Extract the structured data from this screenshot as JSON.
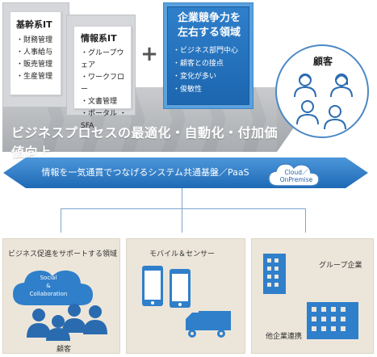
{
  "top": {
    "core_it": {
      "title": "基幹系IT",
      "items": [
        "・財務管理",
        "・人事給与",
        "・販売管理",
        "・生産管理"
      ]
    },
    "info_it": {
      "title": "情報系IT",
      "items": [
        "・グループウェア",
        "・ワークフロー",
        "・文書管理",
        "・ポータル ・SFA"
      ]
    },
    "plus": "+",
    "competitive": {
      "title_line1": "企業競争力を",
      "title_line2": "左右する領域",
      "items": [
        "・ビジネス部門中心",
        "・顧客との接点",
        "・変化が多い",
        "・俊敏性"
      ]
    },
    "customers_label": "顧客",
    "band_text": "ビジネスプロセスの最適化・自動化・付加価値向上"
  },
  "platform": {
    "text": "情報を一気通貫でつなげるシステム共通基盤／PaaS",
    "cloud_line1": "Cloud／",
    "cloud_line2": "OnPremise"
  },
  "bottom": {
    "business": {
      "title": "ビジネス促進をサポートする領域",
      "social_line1": "Social",
      "social_line2": "&",
      "social_line3": "Collaboration",
      "label": "顧客"
    },
    "mobile": {
      "title": "モバイル＆センサー"
    },
    "group": {
      "title": "グループ企業",
      "label": "他企業連携"
    }
  },
  "colors": {
    "accent_blue": "#2f7fca",
    "bottom_box": "#ece6da",
    "band_gray": "#b5b8bc"
  }
}
